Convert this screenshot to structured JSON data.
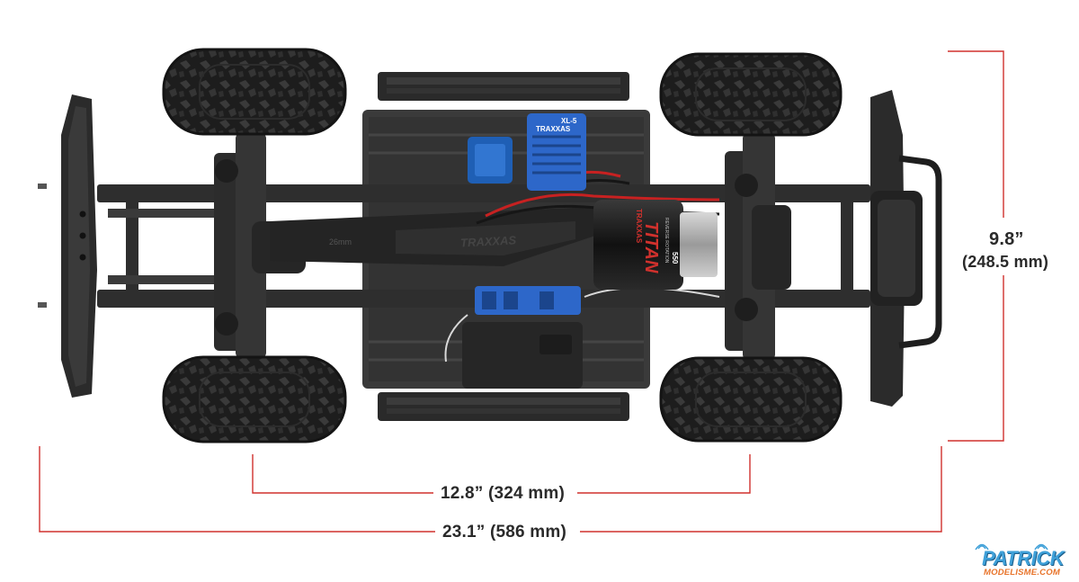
{
  "dimensions": {
    "wheelbase": "12.8” (324 mm)",
    "overall_length": "23.1” (586 mm)",
    "width_inches": "9.8”",
    "width_mm": "(248.5 mm)"
  },
  "chassis_text": {
    "brand_on_link": "TRAXXAS",
    "link_size": "26mm",
    "motor_brand": "TRAXXAS",
    "motor_name": "TITAN",
    "motor_sub": "REVERSE ROTATION",
    "motor_model": "550",
    "esc_brand": "TRAXXAS",
    "esc_model": "XL-5"
  },
  "watermark": {
    "logo_text": "PATRICK",
    "logo_subtext": "MODELISME.COM"
  },
  "colors": {
    "dimension_line": "#d0312d",
    "label_text": "#2a2a2a",
    "chassis_dark": "#2b2b2b",
    "tire": "#1c1c1c",
    "esc_blue": "#2d67c9",
    "logo_blue": "#3fa0d8",
    "logo_orange": "#e8742b"
  }
}
